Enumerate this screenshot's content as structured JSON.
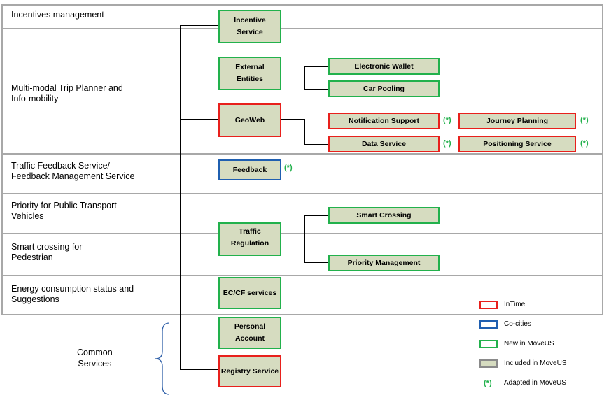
{
  "bands": [
    {
      "label": "Incentives management"
    },
    {
      "label": "Multi-modal Trip Planner and\nInfo-mobility"
    },
    {
      "label": "Traffic Feedback Service/\nFeedback Management Service"
    },
    {
      "label": "Priority for Public Transport\nVehicles"
    },
    {
      "label": "Smart crossing for\nPedestrian"
    },
    {
      "label": "Energy consumption status and\nSuggestions"
    }
  ],
  "common_label": "Common\nServices",
  "services": {
    "incentive": "Incentive\nService",
    "external_entities": "External\nEntities",
    "geoweb": "GeoWeb",
    "feedback": "Feedback",
    "traffic_regulation": "Traffic\nRegulation",
    "ec_cf": "EC/CF services",
    "personal_account": "Personal\nAccount",
    "registry": "Registry Service",
    "electronic_wallet": "Electronic Wallet",
    "car_pooling": "Car Pooling",
    "notification_support": "Notification Support",
    "journey_planning": "Journey Planning",
    "data_service": "Data Service",
    "positioning_service": "Positioning Service",
    "smart_crossing": "Smart Crossing",
    "priority_management": "Priority Management"
  },
  "adapted_mark": "(*)",
  "legend": [
    {
      "label": "InTime",
      "color": "#e8201c",
      "fill": "#ffffff"
    },
    {
      "label": "Co-cities",
      "color": "#1f5fb0",
      "fill": "#ffffff"
    },
    {
      "label": "New in MoveUS",
      "color": "#22b14c",
      "fill": "#ffffff"
    },
    {
      "label": "Included in MoveUS",
      "color": "#8a8a8a",
      "fill": "#d6dcc0"
    },
    {
      "label": "Adapted in MoveUS",
      "mark": "(*)"
    }
  ],
  "colors": {
    "intime_red": "#e8201c",
    "cocities_blue": "#1f5fb0",
    "new_green": "#22b14c",
    "included_fill": "#d6dcc0"
  }
}
